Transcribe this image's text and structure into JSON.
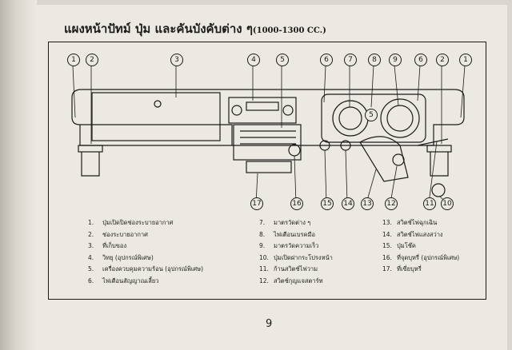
{
  "heading": {
    "title": "แผงหน้าปัทม์  ปุ่ม  และคันบังคับต่าง ๆ",
    "subtitle": "(1000-1300 CC.)"
  },
  "callouts": [
    "1",
    "2",
    "3",
    "4",
    "5",
    "6",
    "7",
    "8",
    "9",
    "6",
    "2",
    "1",
    "5",
    "17",
    "16",
    "15",
    "14",
    "13",
    "12",
    "11",
    "10"
  ],
  "legend": [
    {
      "num": "1.",
      "text": "ปุ่มเปิดปิดช่องระบายอากาศ"
    },
    {
      "num": "2.",
      "text": "ช่องระบายอากาศ"
    },
    {
      "num": "3.",
      "text": "ที่เก็บของ"
    },
    {
      "num": "4.",
      "text": "วิทยุ (อุปกรณ์พิเศษ)"
    },
    {
      "num": "5.",
      "text": "เครื่องควบคุมความร้อน (อุปกรณ์พิเศษ)"
    },
    {
      "num": "6.",
      "text": "ไฟเตือนสัญญาณเลี้ยว"
    },
    {
      "num": "7.",
      "text": "มาตรวัดต่าง ๆ"
    },
    {
      "num": "8.",
      "text": "ไฟเตือนเบรคมือ"
    },
    {
      "num": "9.",
      "text": "มาตรวัดความเร็ว"
    },
    {
      "num": "10.",
      "text": "ปุ่มเปิดฝากระโปรงหน้า"
    },
    {
      "num": "11.",
      "text": "ก้านสวิตช์ไฟวาม"
    },
    {
      "num": "12.",
      "text": "สวิตช์กุญแจสตาร์ท"
    },
    {
      "num": "13.",
      "text": "สวิตช์ไฟฉุกเฉิน"
    },
    {
      "num": "14.",
      "text": "สวิตช์ไฟแสงสว่าง"
    },
    {
      "num": "15.",
      "text": "ปุ่มโช๊ค"
    },
    {
      "num": "16.",
      "text": "ที่จุดบุหรี่ (อุปกรณ์พิเศษ)"
    },
    {
      "num": "17.",
      "text": "ที่เขี่ยบุหรี่"
    }
  ],
  "page_number": "9"
}
